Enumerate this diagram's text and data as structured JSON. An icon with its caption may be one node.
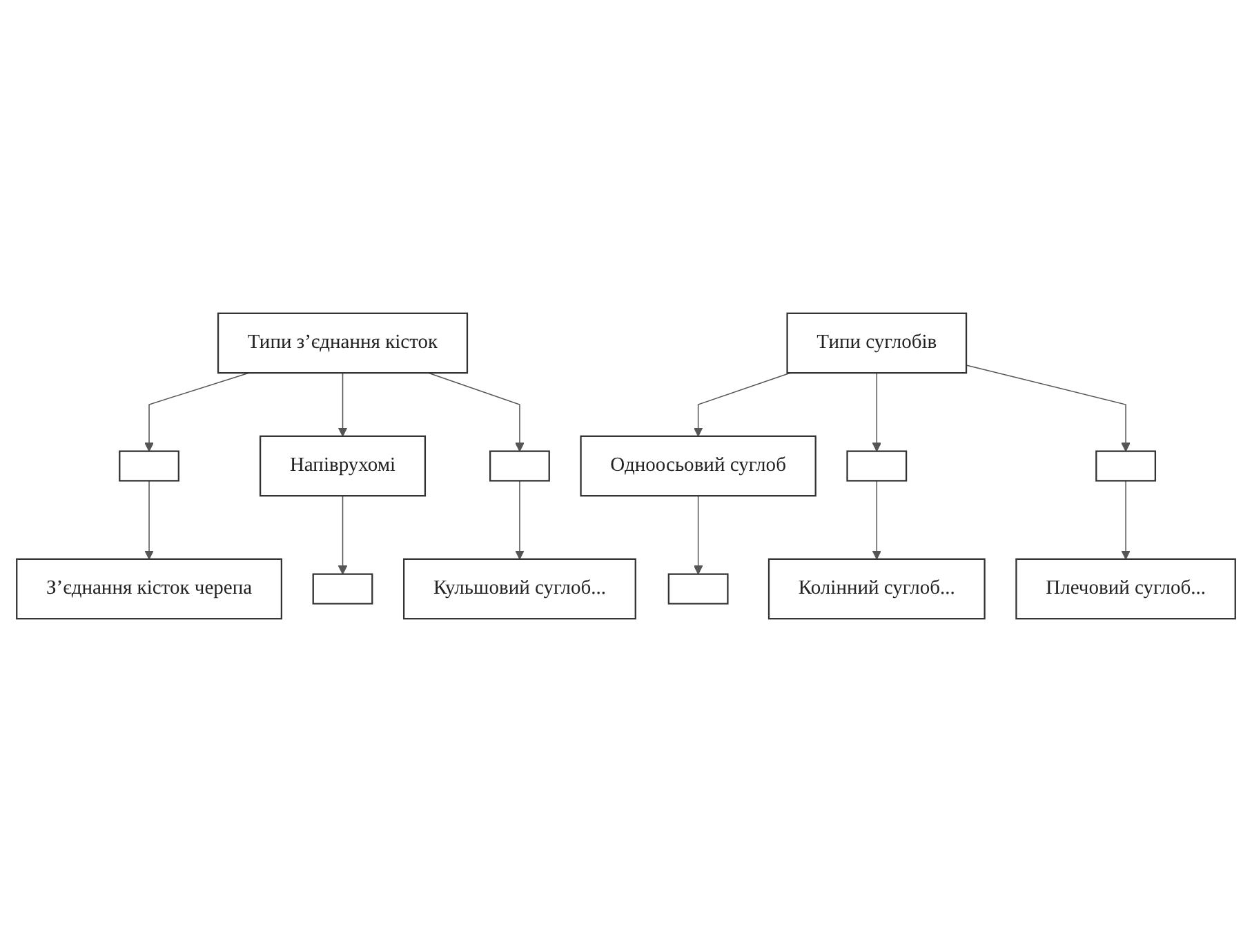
{
  "diagram": {
    "nodes": [
      {
        "text": [
          "Типи з’єднання кісток"
        ]
      },
      {
        "text": [],
        "shape": "box"
      },
      {
        "text": [
          "Напіврухомі"
        ]
      },
      {
        "text": [],
        "shape": "box"
      },
      {
        "text": [
          "З’єднання кісток черепа"
        ]
      },
      {
        "text": [],
        "shape": "box"
      },
      {
        "text": [
          "Кульшовий суглоб..."
        ]
      },
      {
        "text": [
          "Типи суглобів"
        ]
      },
      {
        "text": [
          "Одноосьовий суглоб"
        ]
      },
      {
        "text": [],
        "shape": "box"
      },
      {
        "text": [],
        "shape": "box"
      },
      {
        "text": [],
        "shape": "box"
      },
      {
        "text": [
          "Колінний суглоб..."
        ]
      },
      {
        "text": [
          "Плечовий суглоб..."
        ]
      }
    ],
    "edges": [
      {
        "from": 0,
        "to": 1,
        "arrow": "to"
      },
      {
        "from": 0,
        "to": 2,
        "arrow": "to"
      },
      {
        "from": 0,
        "to": 3,
        "arrow": "to"
      },
      {
        "from": 1,
        "to": 4,
        "arrow": "to"
      },
      {
        "from": 2,
        "to": 5,
        "arrow": "to"
      },
      {
        "from": 3,
        "to": 6,
        "arrow": "to"
      },
      {
        "from": 7,
        "to": 8,
        "arrow": "to"
      },
      {
        "from": 7,
        "to": 9,
        "arrow": "to"
      },
      {
        "from": 7,
        "to": 10,
        "arrow": "to"
      },
      {
        "from": 8,
        "to": 11,
        "arrow": "to"
      },
      {
        "from": 9,
        "to": 12,
        "arrow": "to"
      },
      {
        "from": 10,
        "to": 13,
        "arrow": "to"
      }
    ]
  }
}
